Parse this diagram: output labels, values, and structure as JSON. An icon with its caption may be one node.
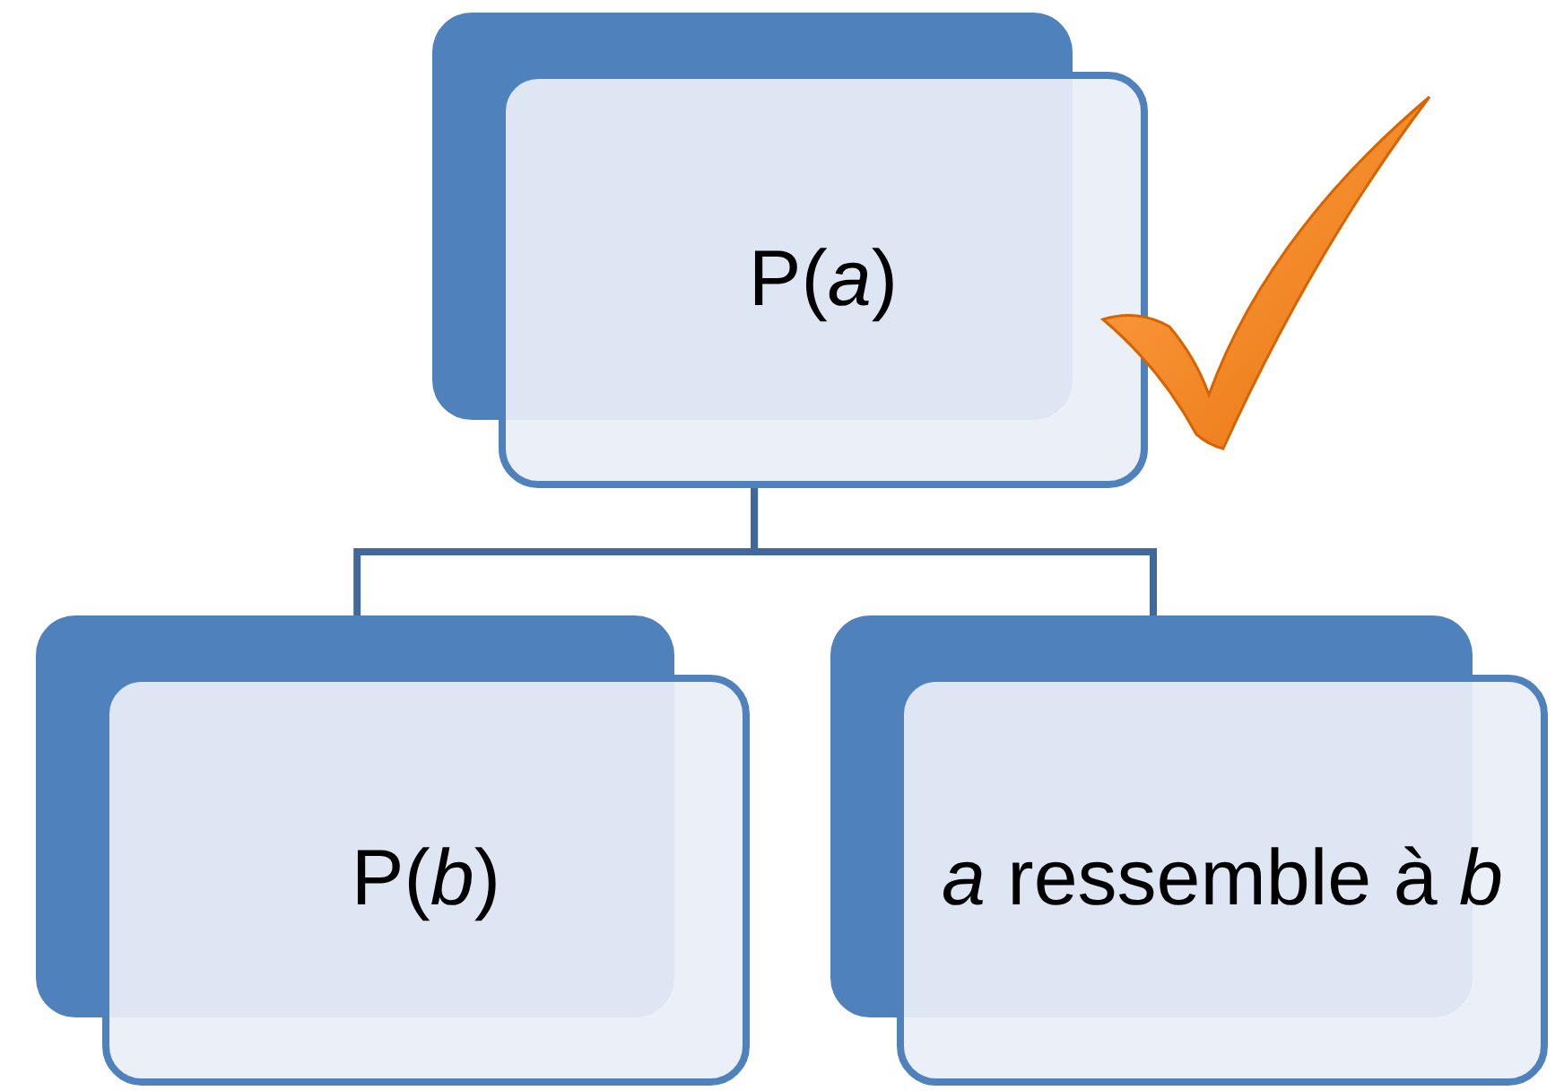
{
  "diagram": {
    "nodes": [
      {
        "text": [
          "P(*a*)"
        ]
      },
      {
        "text": [
          "P(*b*)"
        ]
      },
      {
        "text": [
          "*a* ressemble à *b*"
        ]
      }
    ],
    "edges": [
      {
        "from": 0,
        "to": 1,
        "arrow": "none"
      },
      {
        "from": 0,
        "to": 2,
        "arrow": "none"
      }
    ]
  }
}
